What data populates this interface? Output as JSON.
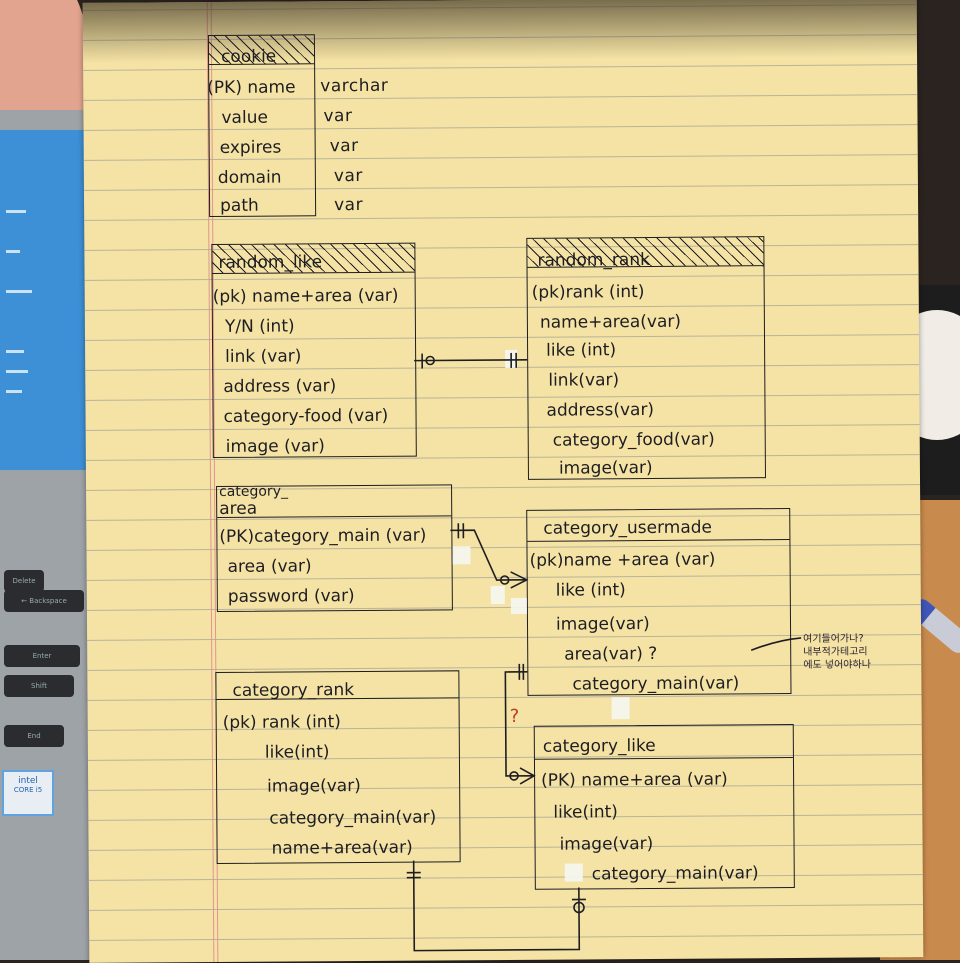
{
  "entities": {
    "cookie": {
      "title": "cookie",
      "attributes": [
        "(PK) name",
        "value",
        "expires",
        "domain",
        "path"
      ],
      "types": [
        "varchar",
        "var",
        "var",
        "var",
        "var"
      ]
    },
    "random_like": {
      "title": "random_like",
      "attributes": [
        "(pk) name+area (var)",
        "Y/N  (int)",
        "link  (var)",
        "address  (var)",
        "category-food (var)",
        "image  (var)"
      ]
    },
    "random_rank": {
      "title": "random_rank",
      "attributes": [
        "(pk)rank  (int)",
        "name+area(var)",
        "like (int)",
        "link(var)",
        "address(var)",
        "category_food(var)",
        "image(var)"
      ]
    },
    "category_area": {
      "title_line1": "category_",
      "title_line2": "area",
      "attributes": [
        "(PK)category_main (var)",
        "area (var)",
        "password (var)"
      ]
    },
    "category_usermade": {
      "title": "category_usermade",
      "attributes": [
        "(pk)name +area (var)",
        "like (int)",
        "image(var)",
        "area(var) ?",
        "category_main(var)"
      ]
    },
    "category_rank": {
      "title": "category_rank",
      "attributes": [
        "(pk) rank (int)",
        "like(int)",
        "image(var)",
        "category_main(var)",
        "name+area(var)"
      ]
    },
    "category_like": {
      "title": "category_like",
      "attributes": [
        "(PK) name+area (var)",
        "like(int)",
        "image(var)",
        "category_main(var)"
      ]
    }
  },
  "annotations": {
    "side_note": [
      "여기들어가나?",
      "내부적가테고리",
      "에도 넣어야하나"
    ],
    "question_mark": "?"
  },
  "background": {
    "intel_badge": [
      "intel",
      "CORE i5"
    ],
    "keys": [
      "Delete",
      "← Backspace",
      "Enter",
      "Shift",
      "End"
    ]
  },
  "colors": {
    "paper": "#f4e3a4",
    "ink": "#1e1d22",
    "red_ink": "#c0392b"
  }
}
